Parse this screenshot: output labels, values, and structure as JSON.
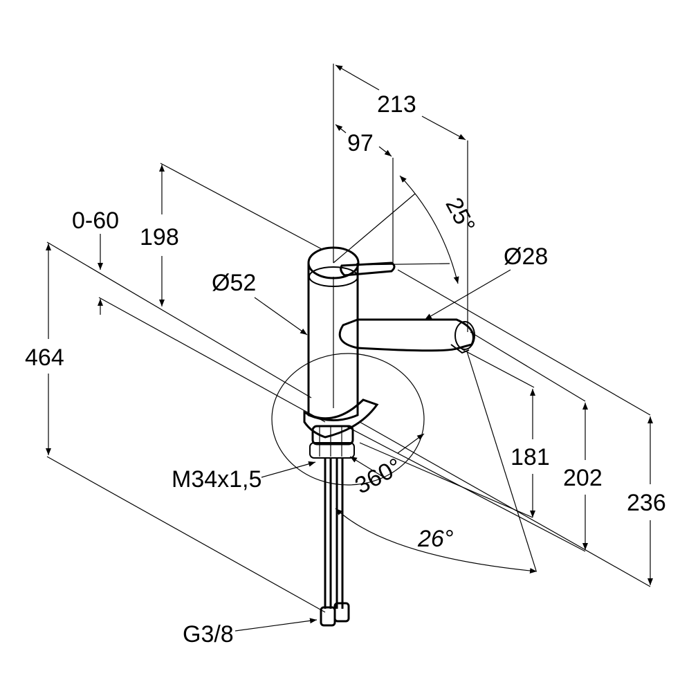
{
  "labels": {
    "d213": "213",
    "d97": "97",
    "d25": "25°",
    "d28": "Ø28",
    "d0_60": "0-60",
    "d198": "198",
    "d52": "Ø52",
    "d464": "464",
    "d360": "360°",
    "dM34": "M34x1,5",
    "d181": "181",
    "d202": "202",
    "d236": "236",
    "d26": "26°",
    "dG38": "G3/8"
  }
}
